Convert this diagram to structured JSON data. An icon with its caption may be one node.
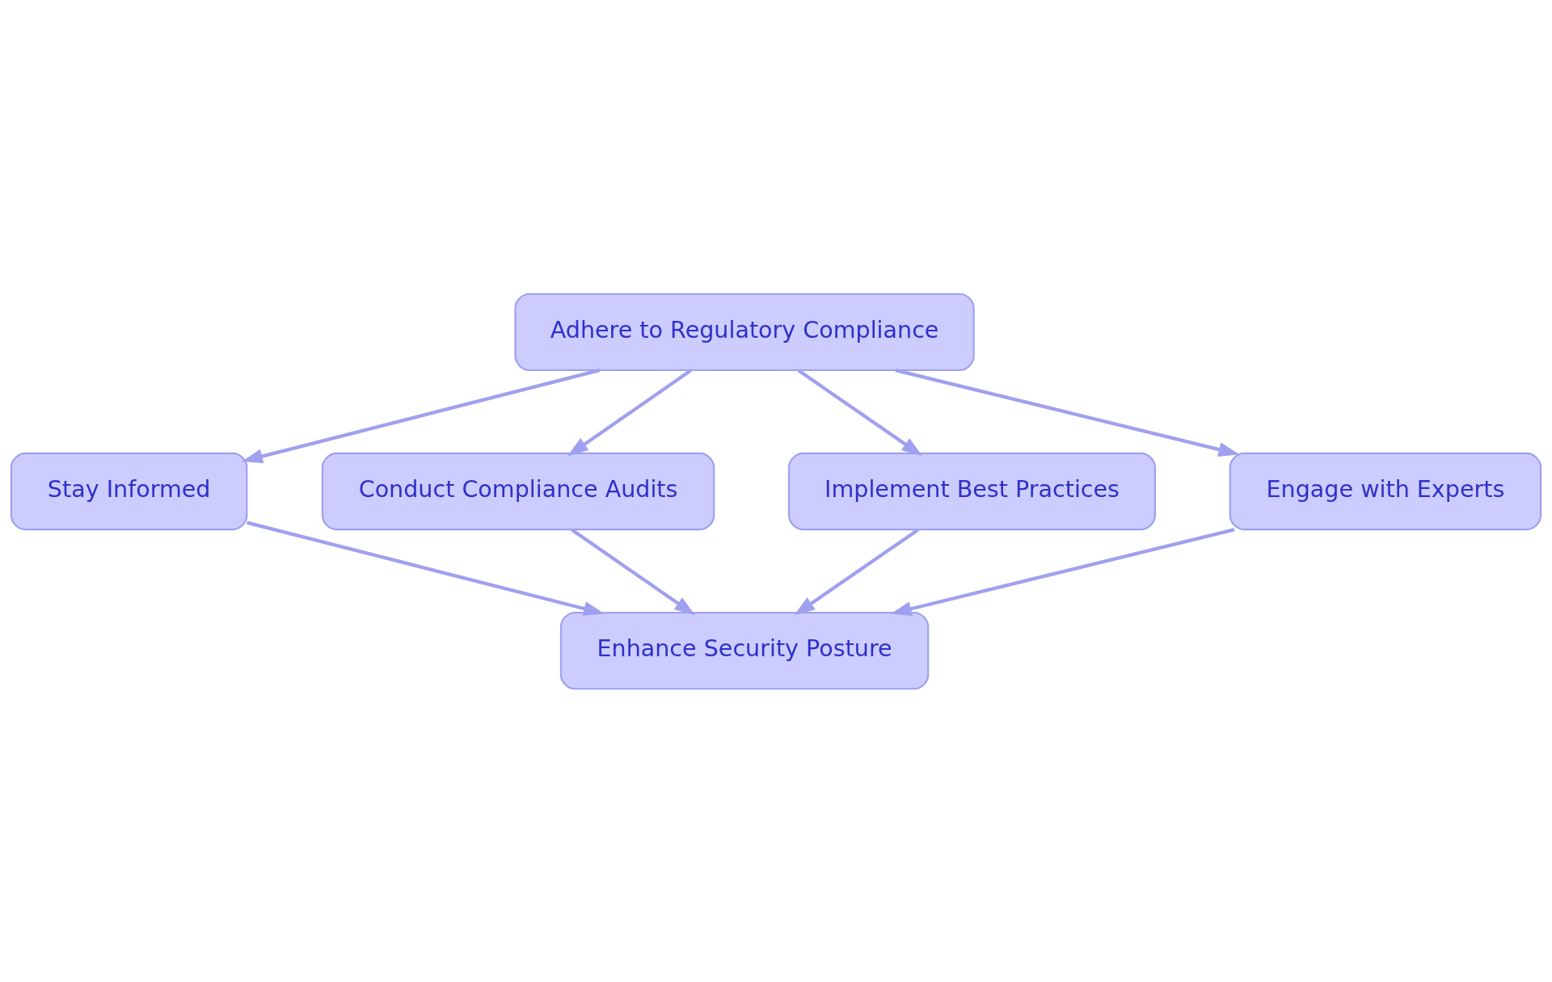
{
  "diagram": {
    "nodes": [
      {
        "text": [
          "Adhere to Regulatory Compliance"
        ]
      },
      {
        "text": [
          "Stay Informed"
        ]
      },
      {
        "text": [
          "Conduct Compliance Audits"
        ]
      },
      {
        "text": [
          "Implement Best Practices"
        ]
      },
      {
        "text": [
          "Engage with Experts"
        ]
      },
      {
        "text": [
          "Enhance Security Posture"
        ]
      }
    ],
    "edges": [
      {
        "from": 0,
        "to": 1,
        "arrow": "to"
      },
      {
        "from": 0,
        "to": 2,
        "arrow": "to"
      },
      {
        "from": 0,
        "to": 3,
        "arrow": "to"
      },
      {
        "from": 0,
        "to": 4,
        "arrow": "to"
      },
      {
        "from": 1,
        "to": 5,
        "arrow": "to"
      },
      {
        "from": 2,
        "to": 5,
        "arrow": "to"
      },
      {
        "from": 3,
        "to": 5,
        "arrow": "to"
      },
      {
        "from": 4,
        "to": 5,
        "arrow": "to"
      }
    ]
  }
}
